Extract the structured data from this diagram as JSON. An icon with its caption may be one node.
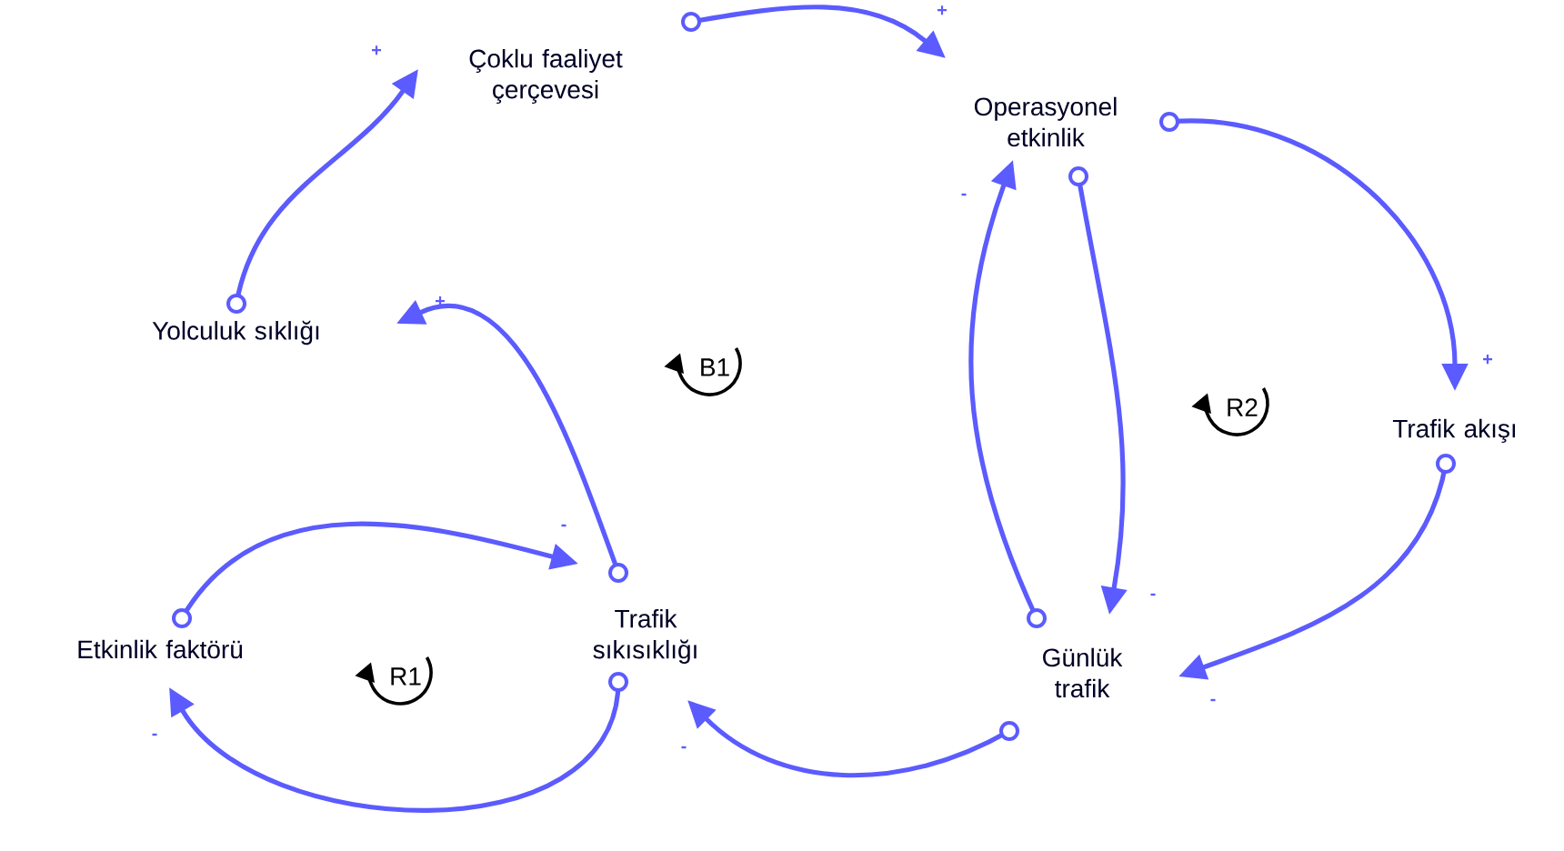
{
  "diagram": {
    "nodes": [
      {
        "text": [
          "Çoklu faaliyet çerçevesi"
        ]
      },
      {
        "text": [
          "Operasyonel etkinlik"
        ]
      },
      {
        "text": [
          "Yolculuk sıklığı"
        ]
      },
      {
        "text": [
          "Trafik akışı"
        ]
      },
      {
        "text": [
          "Etkinlik faktörü"
        ]
      },
      {
        "text": [
          "Trafik sıkısıklığı"
        ]
      },
      {
        "text": [
          "Günlük trafik"
        ]
      }
    ],
    "edges": [
      {
        "from": 2,
        "to": 0,
        "arrow": "to",
        "label": "+"
      },
      {
        "from": 0,
        "to": 1,
        "arrow": "to",
        "label": "+"
      },
      {
        "from": 1,
        "to": 3,
        "arrow": "to",
        "label": "+"
      },
      {
        "from": 1,
        "to": 6,
        "arrow": "to",
        "label": "-"
      },
      {
        "from": 6,
        "to": 1,
        "arrow": "to",
        "label": "-"
      },
      {
        "from": 3,
        "to": 6,
        "arrow": "to",
        "label": "-"
      },
      {
        "from": 6,
        "to": 5,
        "arrow": "to",
        "label": "-"
      },
      {
        "from": 5,
        "to": 2,
        "arrow": "to",
        "label": "+"
      },
      {
        "from": 4,
        "to": 5,
        "arrow": "to",
        "label": "-"
      },
      {
        "from": 5,
        "to": 4,
        "arrow": "to",
        "label": "-"
      }
    ],
    "labels": [
      "B1",
      "R2",
      "R1"
    ]
  }
}
